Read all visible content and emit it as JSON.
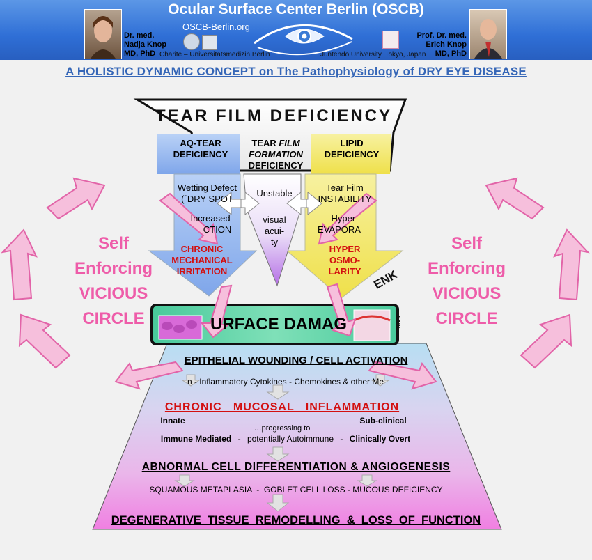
{
  "header": {
    "title": "Ocular Surface Center Berlin (OSCB)",
    "url": "OSCB-Berlin.org",
    "left_doctor": {
      "line1": "Dr. med.",
      "line2": "Nadja Knop",
      "line3": "MD, PhD"
    },
    "left_affiliation": "Charite – Universitätsmedizin Berlin",
    "right_doctor": {
      "line1": "Prof. Dr. med.",
      "line2": "Erich Knop",
      "line3": "MD, PhD"
    },
    "right_affiliation": "Juntendo University, Tokyo, Japan",
    "bg_color": "#2f6fd6"
  },
  "subtitle": "A HOLISTIC DYNAMIC CONCEPT on The Pathophysiology of DRY EYE DISEASE",
  "tear_film": {
    "heading": "TEAR FILM DEFICIENCY",
    "aq": {
      "line1": "AQ-TEAR",
      "line2": "DEFICIENCY"
    },
    "formation": {
      "line1": "TEAR",
      "line1_italic": "FILM",
      "line2": "FORMATION",
      "line3": "DEFICIENCY"
    },
    "lipid": {
      "line1": "LIPID",
      "line2": "DEFICIENCY"
    }
  },
  "left_column": {
    "wetting1": "Wetting Defect",
    "wetting2": "(´DRY SPOT",
    "friction1": "Increased",
    "friction2": "CTION",
    "chronic": "CHRONIC",
    "mechanical": "MECHANICAL",
    "irritation": "IRRITATION"
  },
  "middle_column": {
    "unstable": "Unstable",
    "visual": "visual",
    "acuity1": "acui-",
    "acuity2": "ty"
  },
  "right_column": {
    "tearfilm": "Tear Film",
    "instability": "INSTABILITY",
    "hyper": "Hyper-",
    "evaporation": "EVAPORA",
    "hyper2": "HYPER",
    "osmo": "OSMO-",
    "larity": "LARITY"
  },
  "enk_label": "ENK",
  "enk_label2": "ENK",
  "surface_damage": "URFACE DAMAG",
  "circle_left": [
    "Self",
    "Enforcing",
    "VICIOUS",
    "CIRCLE"
  ],
  "circle_right": [
    "Self",
    "Enforcing",
    "VICIOUS",
    "CIRCLE"
  ],
  "cascade": {
    "wounding": "EPITHELIAL WOUNDING / CELL ACTIVATION",
    "cytokines": "n  -  Inflammatory Cytokines - Chemokines & other Me",
    "chronic_inflammation": "CHRONIC   MUCOSAL   INFLAMMATION",
    "innate": "Innate",
    "progressing": "…progressing to",
    "subclinical": "Sub-clinical",
    "immune": "Immune Mediated",
    "dash1": "-",
    "autoimmune": "potentially Autoimmune",
    "dash2": "-",
    "clinically": "Clinically Overt",
    "abnormal": "ABNORMAL CELL DIFFERENTIATION & ANGIOGENESIS",
    "squamous": "SQUAMOUS METAPLASIA  -  GOBLET CELL LOSS - MUCOUS DEFICIENCY",
    "degenerative": "DEGENERATIVE  TISSUE  REMODELLING  &  LOSS  OF  FUNCTION"
  },
  "colors": {
    "accent_pink": "#ee5ca9",
    "red_text": "#d31010",
    "subtitle_blue": "#3566b7",
    "damage_green": "#5fd6a6",
    "aq_blue": "#8fb3ec",
    "lipid_yellow": "#f3e86a",
    "middle_violet": "#c07ae8"
  }
}
